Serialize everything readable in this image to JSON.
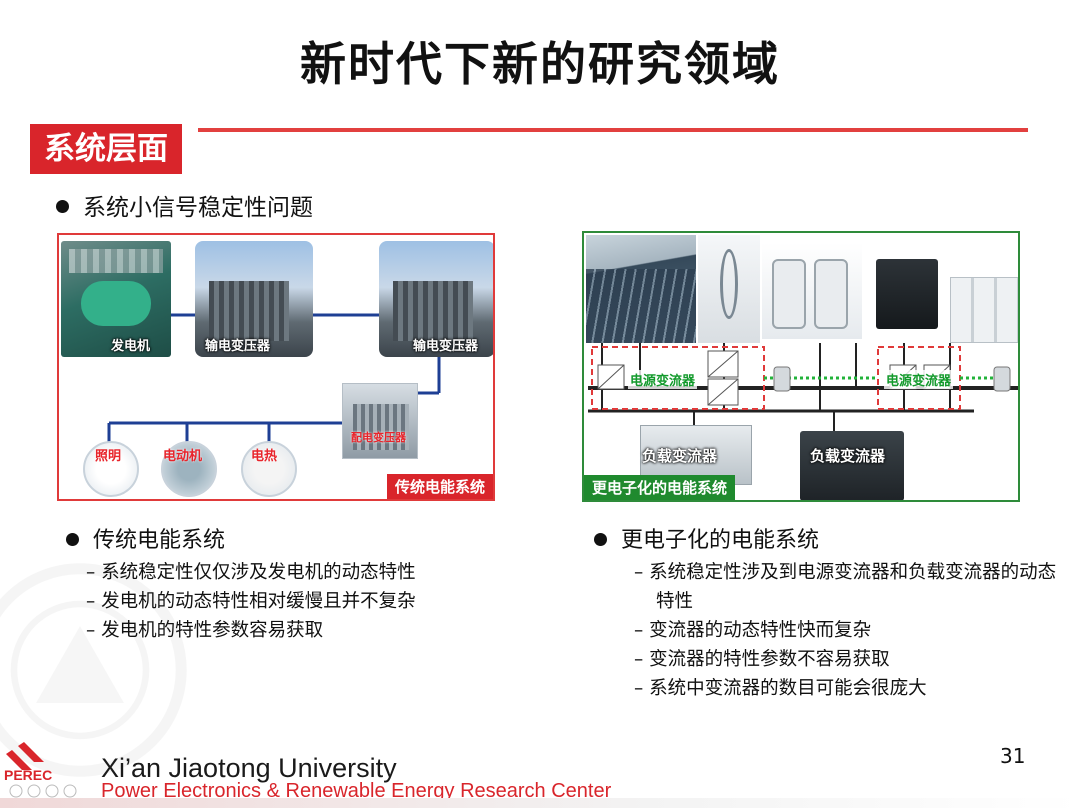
{
  "title": "新时代下新的研究领域",
  "section": "系统层面",
  "main_bullet": "系统小信号稳定性问题",
  "left_diagram": {
    "labels": {
      "generator": "发电机",
      "transformer1": "输电变压器",
      "transformer2": "输电变压器",
      "distribution_transformer": "配电变压器",
      "lighting": "照明",
      "motor": "电动机",
      "heating": "电热"
    },
    "caption": "传统电能系统"
  },
  "right_diagram": {
    "labels": {
      "source_converter1": "电源变流器",
      "source_converter2": "电源变流器",
      "load_converter1": "负载变流器",
      "load_converter2": "负载变流器"
    },
    "caption": "更电子化的电能系统"
  },
  "left_column": {
    "heading": "传统电能系统",
    "items": [
      "– 系统稳定性仅仅涉及发电机的动态特性",
      "– 发电机的动态特性相对缓慢且并不复杂",
      "– 发电机的特性参数容易获取"
    ]
  },
  "right_column": {
    "heading": "更电子化的电能系统",
    "items": [
      "– 系统稳定性涉及到电源变流器和负载变流器的动态特性",
      "– 变流器的动态特性快而复杂",
      "– 变流器的特性参数不容易获取",
      "– 系统中变流器的数目可能会很庞大"
    ]
  },
  "page_number": "31",
  "footer": {
    "logo_text": "PEREC",
    "university": "Xi’an Jiaotong University",
    "center": "Power Electronics & Renewable Energy Research Center"
  },
  "colors": {
    "accent_red": "#d9252b",
    "accent_green": "#1f8a2e",
    "line_blue": "#1e3f94"
  }
}
